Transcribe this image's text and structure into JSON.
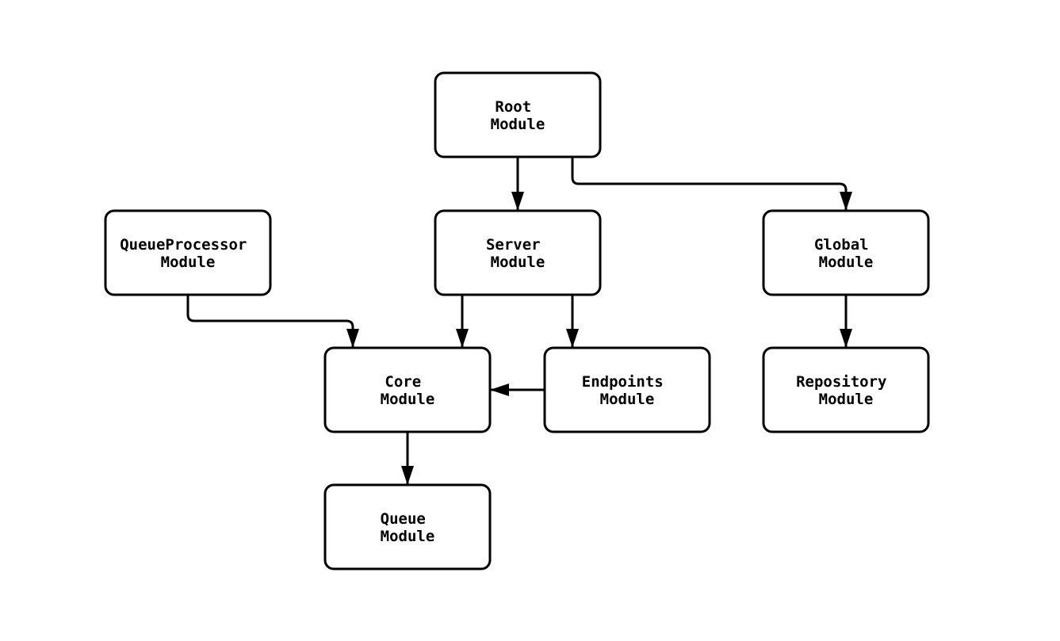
{
  "colors": {
    "bg": "#ffffff",
    "node-fill": "#ffffff",
    "node-stroke": "#000000",
    "text-color": "#000000"
  },
  "nodes": [
    {
      "id": "root-module",
      "line1": "Root",
      "line2": "Module"
    },
    {
      "id": "queueprocessor-module",
      "line1": "QueueProcessor",
      "line2": "Module"
    },
    {
      "id": "server-module",
      "line1": "Server",
      "line2": "Module"
    },
    {
      "id": "global-module",
      "line1": "Global",
      "line2": "Module"
    },
    {
      "id": "core-module",
      "line1": "Core",
      "line2": "Module"
    },
    {
      "id": "endpoints-module",
      "line1": "Endpoints",
      "line2": "Module"
    },
    {
      "id": "repository-module",
      "line1": "Repository",
      "line2": "Module"
    },
    {
      "id": "queue-module",
      "line1": "Queue",
      "line2": "Module"
    }
  ],
  "edges": [
    {
      "from": "root-module",
      "to": "server-module"
    },
    {
      "from": "root-module",
      "to": "global-module"
    },
    {
      "from": "queueprocessor-module",
      "to": "core-module"
    },
    {
      "from": "server-module",
      "to": "core-module"
    },
    {
      "from": "server-module",
      "to": "endpoints-module"
    },
    {
      "from": "endpoints-module",
      "to": "core-module"
    },
    {
      "from": "global-module",
      "to": "repository-module"
    },
    {
      "from": "core-module",
      "to": "queue-module"
    }
  ]
}
